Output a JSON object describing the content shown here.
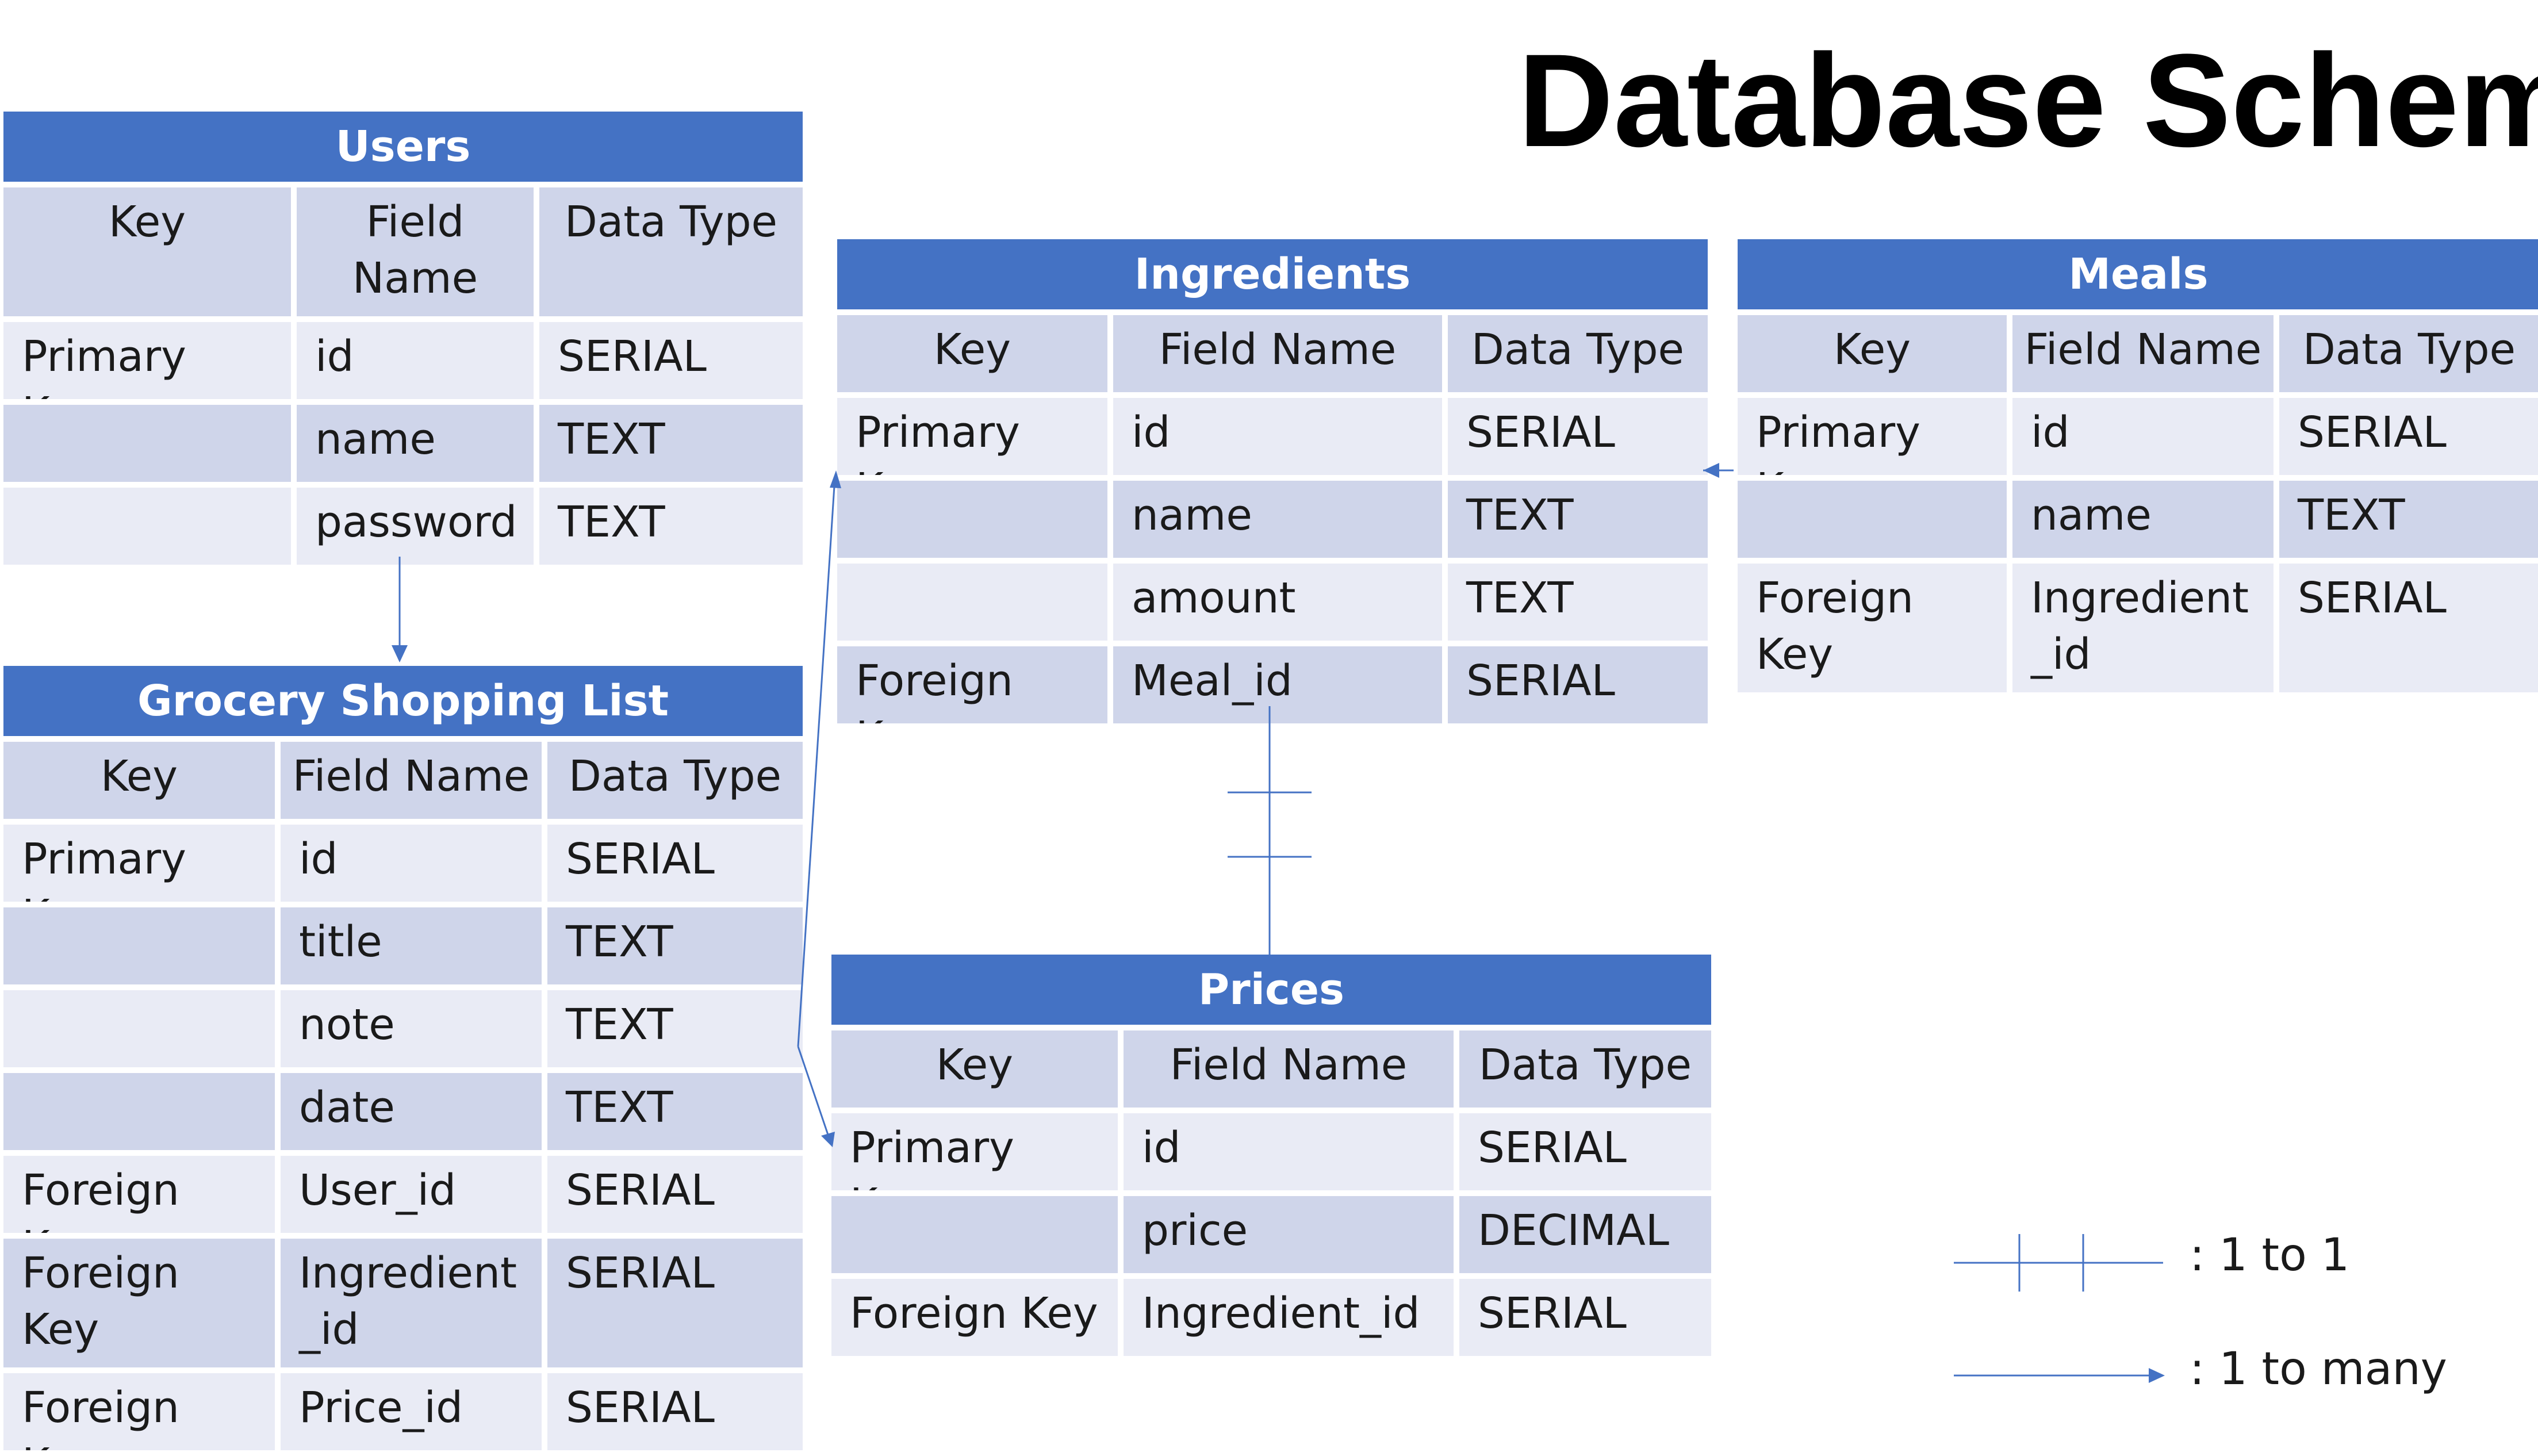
{
  "title": "Database Schema",
  "colors": {
    "header": "#4472c4",
    "row_dark": "#cfd5ea",
    "row_light": "#e9ebf5",
    "connector": "#4472c4"
  },
  "column_headers": {
    "key": "Key",
    "field": "Field Name",
    "type": "Data Type"
  },
  "users": {
    "name": "Users",
    "rows": [
      {
        "key": "Primary Key",
        "field": "id",
        "type": "SERIAL"
      },
      {
        "key": "",
        "field": "name",
        "type": "TEXT"
      },
      {
        "key": "",
        "field": "password",
        "type": "TEXT"
      }
    ]
  },
  "grocery": {
    "name": "Grocery Shopping List",
    "rows": [
      {
        "key": "Primary Key",
        "field": "id",
        "type": "SERIAL"
      },
      {
        "key": "",
        "field": "title",
        "type": "TEXT"
      },
      {
        "key": "",
        "field": "note",
        "type": "TEXT"
      },
      {
        "key": "",
        "field": "date",
        "type": "TEXT"
      },
      {
        "key": "Foreign Key",
        "field": "User_id",
        "type": "SERIAL"
      },
      {
        "key": "Foreign Key",
        "field": "Ingredient\n_id",
        "type": "SERIAL"
      },
      {
        "key": "Foreign Key",
        "field": "Price_id",
        "type": "SERIAL"
      }
    ]
  },
  "ingredients": {
    "name": "Ingredients",
    "rows": [
      {
        "key": "Primary Key",
        "field": "id",
        "type": "SERIAL"
      },
      {
        "key": "",
        "field": "name",
        "type": "TEXT"
      },
      {
        "key": "",
        "field": "amount",
        "type": "TEXT"
      },
      {
        "key": "Foreign Key",
        "field": "Meal_id",
        "type": "SERIAL"
      }
    ]
  },
  "meals": {
    "name": "Meals",
    "rows": [
      {
        "key": "Primary Key",
        "field": "id",
        "type": "SERIAL"
      },
      {
        "key": "",
        "field": "name",
        "type": "TEXT"
      },
      {
        "key": "Foreign Key",
        "field": "Ingredient\n_id",
        "type": "SERIAL"
      }
    ]
  },
  "prices": {
    "name": "Prices",
    "rows": [
      {
        "key": "Primary Key",
        "field": "id",
        "type": "SERIAL"
      },
      {
        "key": "",
        "field": "price",
        "type": "DECIMAL"
      },
      {
        "key": "Foreign Key",
        "field": "Ingredient_id",
        "type": "SERIAL"
      }
    ]
  },
  "legend": {
    "one_to_one": ":  1 to 1",
    "one_to_many": ":  1 to many"
  }
}
